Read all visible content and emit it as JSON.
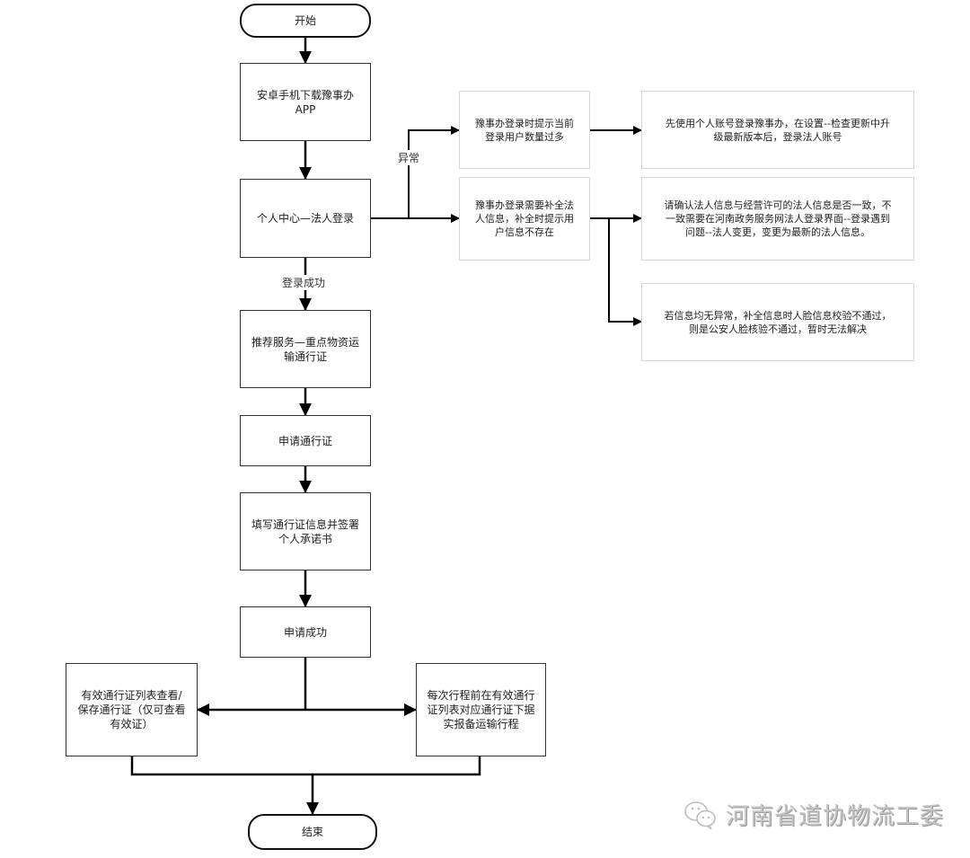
{
  "flowchart": {
    "start": "开始",
    "end": "结束",
    "steps": {
      "download_app": "安卓手机下载豫事办\nAPP",
      "login": "个人中心—法人登录",
      "recommend": "推荐服务—重点物资运\n输通行证",
      "apply": "申请通行证",
      "fill_info": "填写通行证信息并签署\n个人承诺书",
      "success": "申请成功",
      "view_list": "有效通行证列表查看/\n保存通行证（仅可查看\n有效证）",
      "report_trip": "每次行程前在有效通行\n证列表对应通行证下据\n实报备运输行程"
    },
    "edge_labels": {
      "abnormal": "异常",
      "login_success": "登录成功"
    },
    "exceptions": {
      "too_many_users": "豫事办登录时提示当前\n登录用户数量过多",
      "missing_info": "豫事办登录需要补全法\n人信息，补全时提示用\n户信息不存在"
    },
    "solutions": {
      "upgrade": "先使用个人账号登录豫事办，在设置--检查更新中升\n级最新版本后，登录法人账号",
      "verify_info": "请确认法人信息与经营许可的法人信息是否一致，不\n一致需要在河南政务服务网法人登录界面--登录遇到\n问题--法人变更，变更为最新的法人信息。",
      "face_fail": "若信息均无异常，补全信息时人脸信息校验不通过，\n则是公安人脸核验不通过，暂时无法解决"
    }
  },
  "watermark": {
    "text": "河南省道协物流工委",
    "icon": "wechat-icon"
  }
}
